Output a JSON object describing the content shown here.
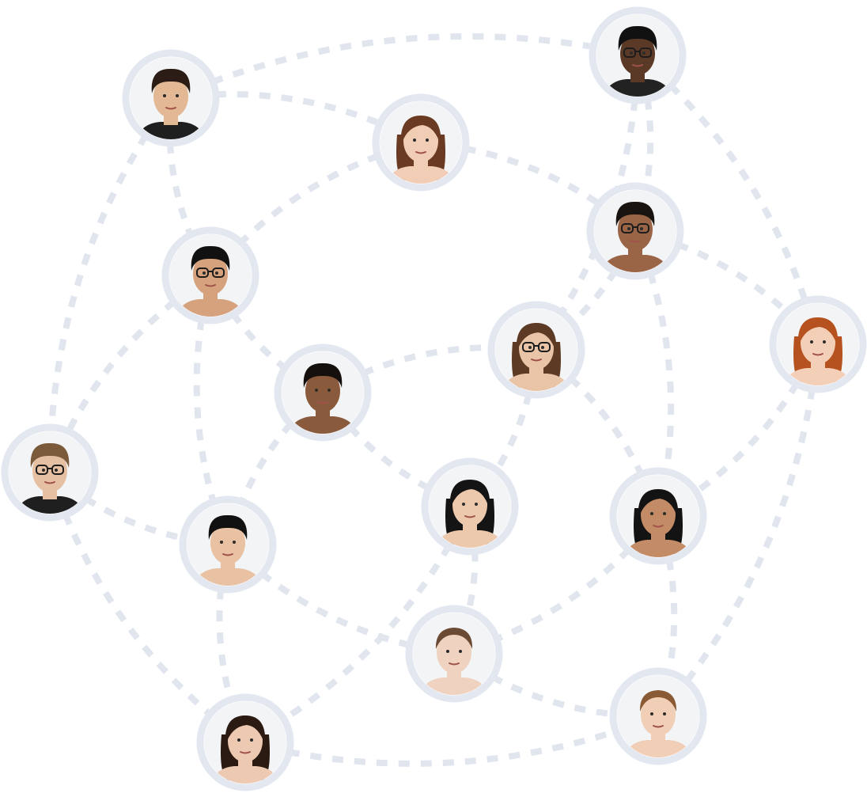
{
  "diagram": {
    "kind": "people-network",
    "colors": {
      "background": "#ffffff",
      "connector": "#e1e5ee",
      "ring": "#e3e7f0",
      "avatar_backdrop": "#f3f4f6"
    },
    "nodes": [
      {
        "id": "p1",
        "hair": "#2b1d16",
        "skin": "#e3b894",
        "shirt": "#1f1f1f",
        "glasses": false,
        "hair_style": "short"
      },
      {
        "id": "p2",
        "hair": "#6a3a22",
        "skin": "#f1cdb6",
        "shirt": "#ffffff",
        "glasses": false,
        "hair_style": "long"
      },
      {
        "id": "p3",
        "hair": "#111111",
        "skin": "#5a3a26",
        "shirt": "#222222",
        "glasses": true,
        "hair_style": "short"
      },
      {
        "id": "p4",
        "hair": "#111111",
        "skin": "#d6a27e",
        "shirt": "#ffffff",
        "glasses": true,
        "hair_style": "short"
      },
      {
        "id": "p5",
        "hair": "#1a1410",
        "skin": "#9a6446",
        "shirt": "#ffffff",
        "glasses": true,
        "hair_style": "short"
      },
      {
        "id": "p6",
        "hair": "#15100d",
        "skin": "#8a5a3d",
        "shirt": "#ffffff",
        "glasses": false,
        "hair_style": "short"
      },
      {
        "id": "p7",
        "hair": "#5c3a24",
        "skin": "#eac4a6",
        "shirt": "#ffffff",
        "glasses": true,
        "hair_style": "long"
      },
      {
        "id": "p8",
        "hair": "#b5521f",
        "skin": "#f3cfb8",
        "shirt": "#ffffff",
        "glasses": false,
        "hair_style": "long"
      },
      {
        "id": "p9",
        "hair": "#7a5a3a",
        "skin": "#e6c0a2",
        "shirt": "#1f1f1f",
        "glasses": true,
        "hair_style": "short"
      },
      {
        "id": "p10",
        "hair": "#141414",
        "skin": "#ecc9ad",
        "shirt": "#ffffff",
        "glasses": false,
        "hair_style": "long"
      },
      {
        "id": "p11",
        "hair": "#111111",
        "skin": "#e8c2a2",
        "shirt": "#ffffff",
        "glasses": false,
        "hair_style": "short"
      },
      {
        "id": "p12",
        "hair": "#131313",
        "skin": "#c48c66",
        "shirt": "#ffffff",
        "glasses": false,
        "hair_style": "long"
      },
      {
        "id": "p13",
        "hair": "#6b4a34",
        "skin": "#efd2bf",
        "shirt": "#ffffff",
        "glasses": false,
        "hair_style": "bun"
      },
      {
        "id": "p14",
        "hair": "#2a1a12",
        "skin": "#eec9b2",
        "shirt": "#ffffff",
        "glasses": false,
        "hair_style": "long"
      },
      {
        "id": "p15",
        "hair": "#8a5a35",
        "skin": "#f1cfb7",
        "shirt": "#ffffff",
        "glasses": false,
        "hair_style": "bun"
      }
    ],
    "links": [
      [
        "p1",
        "p2"
      ],
      [
        "p1",
        "p3"
      ],
      [
        "p1",
        "p4"
      ],
      [
        "p1",
        "p9"
      ],
      [
        "p2",
        "p4"
      ],
      [
        "p2",
        "p5"
      ],
      [
        "p3",
        "p5"
      ],
      [
        "p3",
        "p7"
      ],
      [
        "p3",
        "p8"
      ],
      [
        "p4",
        "p6"
      ],
      [
        "p4",
        "p9"
      ],
      [
        "p4",
        "p11"
      ],
      [
        "p5",
        "p7"
      ],
      [
        "p5",
        "p8"
      ],
      [
        "p5",
        "p12"
      ],
      [
        "p6",
        "p7"
      ],
      [
        "p6",
        "p10"
      ],
      [
        "p6",
        "p11"
      ],
      [
        "p7",
        "p10"
      ],
      [
        "p7",
        "p12"
      ],
      [
        "p8",
        "p12"
      ],
      [
        "p8",
        "p15"
      ],
      [
        "p9",
        "p11"
      ],
      [
        "p9",
        "p14"
      ],
      [
        "p10",
        "p13"
      ],
      [
        "p10",
        "p14"
      ],
      [
        "p11",
        "p13"
      ],
      [
        "p11",
        "p14"
      ],
      [
        "p12",
        "p13"
      ],
      [
        "p12",
        "p15"
      ],
      [
        "p13",
        "p15"
      ],
      [
        "p14",
        "p15"
      ]
    ]
  }
}
